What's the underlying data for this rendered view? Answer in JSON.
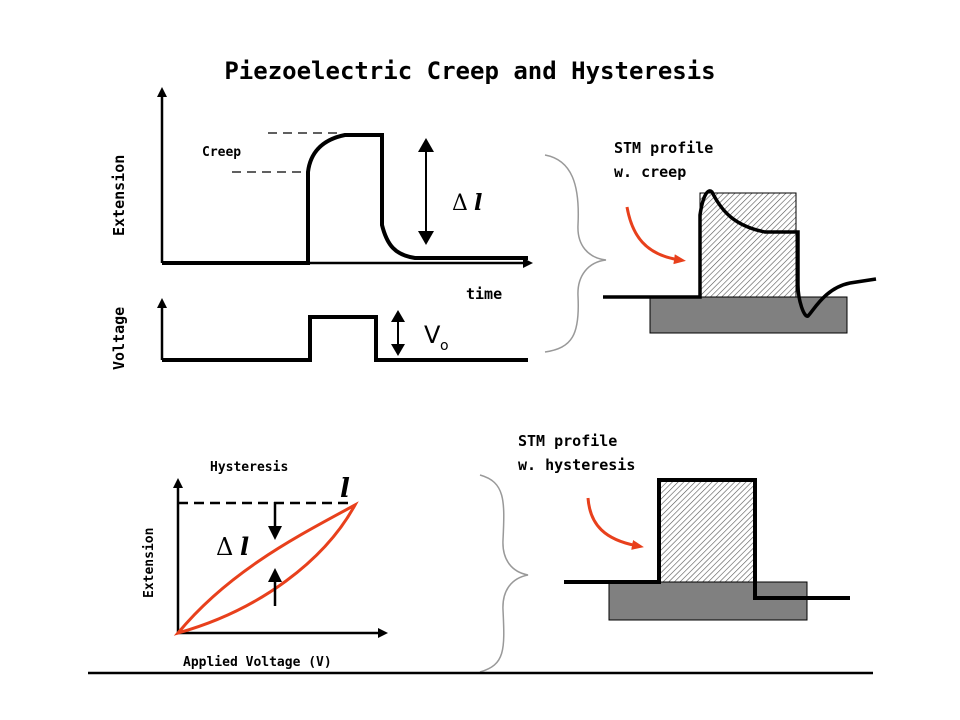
{
  "title": "Piezoelectric Creep and Hysteresis",
  "creep_panel": {
    "y_label_extension": "Extension",
    "y_label_voltage": "Voltage",
    "creep_label": "Creep",
    "delta_symbol": "Δ",
    "length_symbol": "l",
    "time_label": "time",
    "voltage_symbol": "V",
    "voltage_subscript": "o",
    "stm_label_line1": "STM profile",
    "stm_label_line2": "w. creep"
  },
  "hysteresis_panel": {
    "title": "Hysteresis",
    "y_label": "Extension",
    "x_label": "Applied Voltage (V)",
    "delta_symbol": "Δ",
    "length_symbol": "l",
    "length_symbol_top": "l",
    "stm_label_line1": "STM profile",
    "stm_label_line2": "w. hysteresis"
  },
  "colors": {
    "accent": "#e8401c",
    "substrate": "#808080",
    "line": "#000000"
  }
}
